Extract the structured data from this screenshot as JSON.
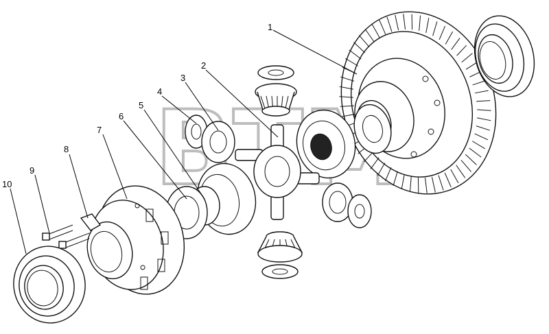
{
  "watermark": {
    "text": "BTM",
    "registered": "®",
    "color": "#bdbdbd"
  },
  "callouts": [
    "1",
    "2",
    "3",
    "4",
    "5",
    "6",
    "7",
    "8",
    "9",
    "10"
  ],
  "colors": {
    "line": "#111111",
    "background": "#ffffff"
  }
}
